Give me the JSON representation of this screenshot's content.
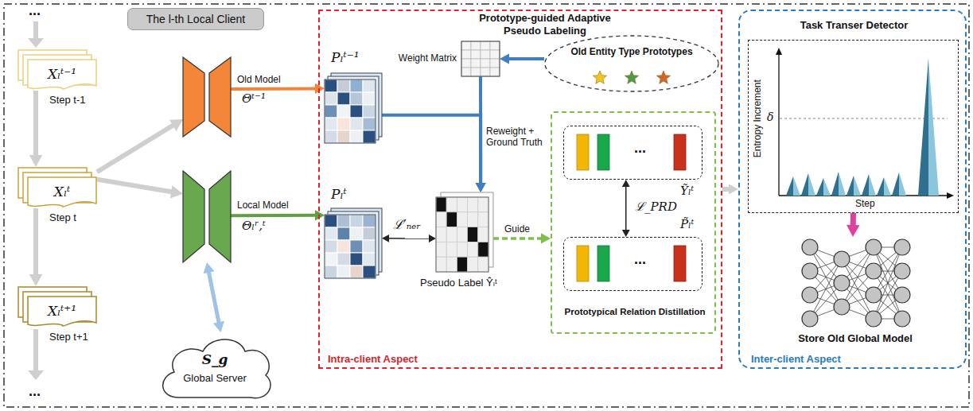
{
  "diagram": {
    "nodes": [
      {
        "text": [
          "The l-th Local Client"
        ]
      },
      {
        "text": [
          "Xₗᵗ⁻¹",
          "Step t-1"
        ]
      },
      {
        "text": [
          "Xₗᵗ",
          "Step t"
        ]
      },
      {
        "text": [
          "Xₗᵗ⁺¹",
          "Step t+1"
        ]
      },
      {
        "text": [
          "Old Model",
          "Θᵗ⁻¹"
        ]
      },
      {
        "text": [
          "Local Model",
          "Θₗʳ,ᵗ"
        ]
      },
      {
        "text": [
          "S_g",
          "Global Server"
        ]
      },
      {
        "text": [
          "Intra-client Aspect"
        ]
      },
      {
        "text": [
          "Weight Matrix"
        ],
        "in": 7
      },
      {
        "text": [
          "Old Entity Type Prototypes"
        ],
        "in": 7
      },
      {
        "text": [
          "Pₗᵗ⁻¹"
        ],
        "in": 7
      },
      {
        "text": [
          "Pₗᵗ"
        ],
        "in": 7
      },
      {
        "text": [
          "Pseudo Label Ŷₗᵗ"
        ],
        "in": 7
      },
      {
        "text": [
          "Prototypical Relation Distillation"
        ],
        "in": 7
      },
      {
        "text": [
          "Ỹₗᵗ"
        ],
        "in": 13
      },
      {
        "text": [
          "P̃ₗᵗ"
        ],
        "in": 13
      },
      {
        "text": [
          "Inter-client Aspect"
        ]
      },
      {
        "text": [
          "Task Transer Detector"
        ],
        "in": 16
      },
      {
        "text": [
          "Store Old Global Model"
        ],
        "in": 16
      }
    ],
    "edges": [
      {
        "from": 1,
        "to": 2,
        "arrow": "to"
      },
      {
        "from": 2,
        "to": 3,
        "arrow": "to"
      },
      {
        "from": 2,
        "to": 4,
        "arrow": "to"
      },
      {
        "from": 2,
        "to": 5,
        "arrow": "to"
      },
      {
        "from": 4,
        "to": 10,
        "arrow": "to"
      },
      {
        "from": 5,
        "to": 11,
        "arrow": "to"
      },
      {
        "from": 5,
        "to": 6,
        "arrow": "both"
      },
      {
        "from": 9,
        "to": 8,
        "arrow": "to"
      },
      {
        "from": 8,
        "to": 12,
        "label": "Reweight + Ground Truth",
        "arrow": "to"
      },
      {
        "from": 10,
        "to": 12,
        "arrow": "to"
      },
      {
        "from": 11,
        "to": 12,
        "label": "ℒ′ₙₑᵣ",
        "arrow": "both"
      },
      {
        "from": 12,
        "to": 13,
        "label": "Guide",
        "arrow": "to"
      },
      {
        "from": 14,
        "to": 15,
        "label": "ℒ_PRD",
        "arrow": "both"
      },
      {
        "from": 7,
        "to": 16,
        "arrow": "to"
      },
      {
        "from": 17,
        "to": 18,
        "arrow": "to"
      }
    ],
    "labels": [
      "...",
      "...",
      "Prototype-guided Adaptive Pseudo Labeling",
      "...",
      "...",
      "Entropy Increment",
      "δ",
      "Step"
    ]
  }
}
